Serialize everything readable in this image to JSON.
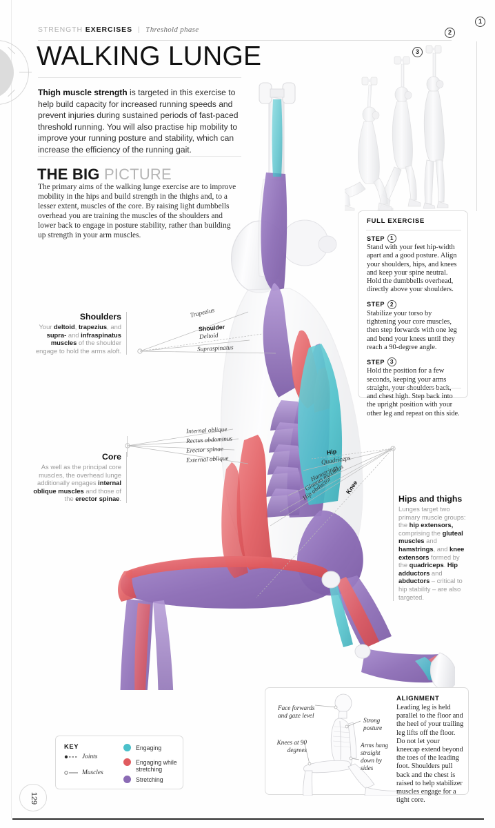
{
  "breadcrumb": {
    "category": "STRENGTH",
    "section": "EXERCISES",
    "separator": "|",
    "phase": "Threshold phase"
  },
  "page_title": "WALKING LUNGE",
  "intro": {
    "lead": "Thigh muscle strength",
    "rest": " is targeted in this exercise to help build capacity for increased running speeds and prevent injuries during sustained periods of fast-paced threshold running. You will also practise hip mobility to improve your running posture and stability, which can increase the efficiency of the running gait."
  },
  "big_picture": {
    "heading_bold": "THE BIG",
    "heading_light": "PICTURE",
    "body": "The primary aims of the walking lunge exercise are to improve mobility in the hips and build strength in the thighs and, to a lesser extent, muscles of the core. By raising light dumbbells overhead you are training the muscles of the shoulders and lower back to engage in posture stability, rather than building up strength in your arm muscles."
  },
  "step_figures": [
    {
      "number": "1"
    },
    {
      "number": "2"
    },
    {
      "number": "3"
    }
  ],
  "full_exercise": {
    "title": "FULL EXERCISE",
    "step_label": "STEP",
    "steps": [
      {
        "number": "1",
        "text": "Stand with your feet hip-width apart and a good posture. Align your shoulders, hips, and knees and keep your spine neutral. Hold the dumbbells overhead, directly above your shoulders."
      },
      {
        "number": "2",
        "text": "Stabilize your torso by tightening your core muscles, then step forwards with one leg and bend your knees until they reach a 90-degree angle."
      },
      {
        "number": "3",
        "text": "Hold the position for a few seconds, keeping your arms straight, your shoulders back, and chest high. Step back into the upright position with your other leg and repeat on this side."
      }
    ]
  },
  "callouts": {
    "shoulders": {
      "title": "Shoulders",
      "body_html": "Your <b>deltoid</b>, <b>trapezius</b>, and <b>supra-</b> and <b>infraspinatus muscles</b> of the shoulder engage to hold the arms aloft."
    },
    "core": {
      "title": "Core",
      "body_html": "As well as the principal core muscles, the overhead lunge additionally engages <b>internal oblique muscles</b> and those of the <b>erector spinae</b>."
    },
    "hips_and_thighs": {
      "title": "Hips and thighs",
      "body_html": "Lunges target two primary muscle groups: the <b>hip extensors,</b> comprising the <b>gluteal muscles</b> and <b>hamstrings</b>, and <b>knee extensors</b> formed by the <b>quadriceps</b>. <b>Hip adductors</b> and <b>abductors</b> &ndash; critical to hip stability &ndash; are also targeted."
    }
  },
  "muscle_labels": {
    "upper": [
      {
        "text": "Trapezius",
        "type": "muscle"
      },
      {
        "text": "Shoulder",
        "type": "joint"
      },
      {
        "text": "Deltoid",
        "type": "muscle"
      },
      {
        "text": "Supraspinatus",
        "type": "muscle"
      }
    ],
    "core": [
      {
        "text": "Internal oblique",
        "type": "muscle"
      },
      {
        "text": "Rectus abdominus",
        "type": "muscle"
      },
      {
        "text": "Erector spinae",
        "type": "muscle"
      },
      {
        "text": "External oblique",
        "type": "muscle"
      }
    ],
    "lower": [
      {
        "text": "Hip",
        "type": "joint"
      },
      {
        "text": "Quadriceps",
        "type": "muscle"
      },
      {
        "text": "Hamstrings",
        "type": "muscle"
      },
      {
        "text": "Gluteus maximus",
        "type": "muscle"
      },
      {
        "text": "Hip abductor",
        "type": "muscle"
      },
      {
        "text": "Knee",
        "type": "joint"
      }
    ]
  },
  "alignment": {
    "title": "ALIGNMENT",
    "body": "Leading leg is held parallel to the floor and the heel of your trailing leg lifts off the floor. Do not let your kneecap extend beyond the toes of the leading foot. Shoulders pull back and the chest is raised to help stabilizer muscles engage for a tight core.",
    "labels": [
      {
        "text": "Face forwards and gaze level"
      },
      {
        "text": "Strong posture"
      },
      {
        "text": "Knees at 90 degrees"
      },
      {
        "text": "Arms hang straight down by sides"
      }
    ]
  },
  "key": {
    "title": "KEY",
    "line_items": [
      {
        "label": "Joints",
        "marker": "dot-dash"
      },
      {
        "label": "Muscles",
        "marker": "circle-dash"
      }
    ],
    "color_items": [
      {
        "label": "Engaging",
        "color": "#4BC0CA"
      },
      {
        "label": "Engaging while stretching",
        "color": "#E05B5F"
      },
      {
        "label": "Stretching",
        "color": "#8B6BB5"
      }
    ]
  },
  "page_number": "129",
  "palette": {
    "engaging": "#4BC0CA",
    "engaging_stretching": "#E05B5F",
    "stretching": "#8B6BB5",
    "body_neutral": "#F2F2F3",
    "rule": "#dedede"
  }
}
